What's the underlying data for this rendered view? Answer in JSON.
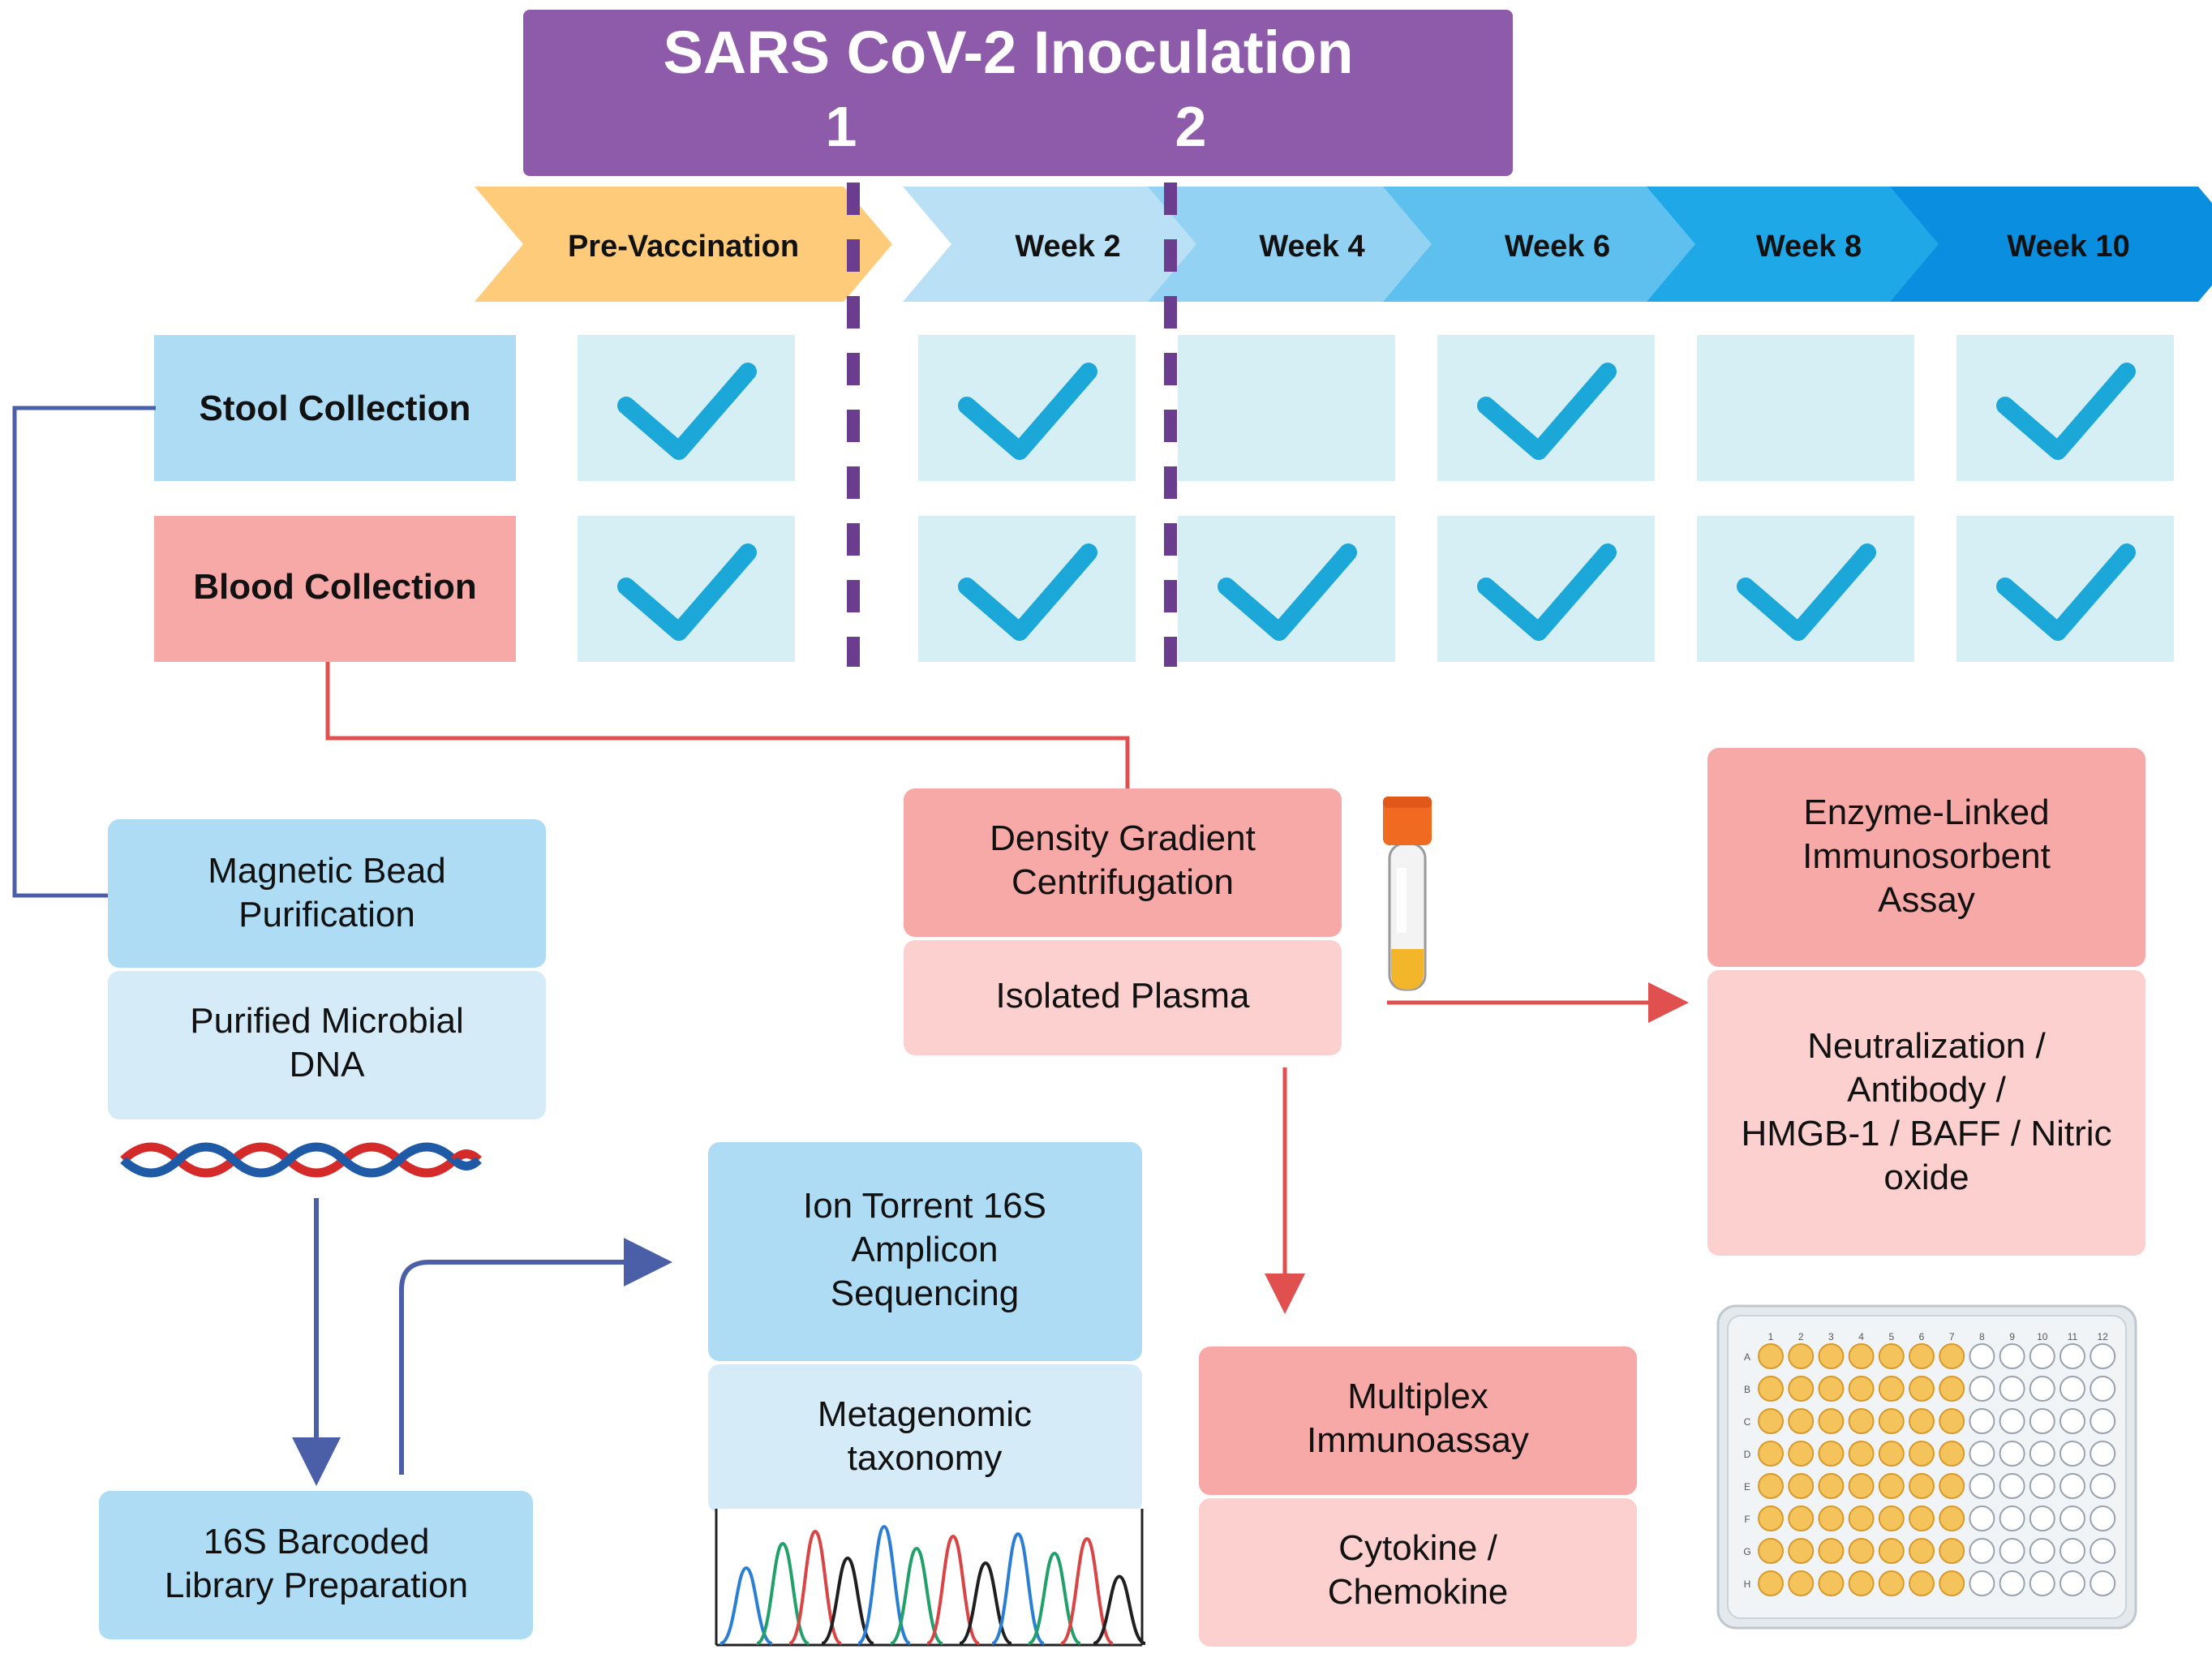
{
  "header": {
    "title": "SARS CoV-2 Inoculation",
    "dose1": "1",
    "dose2": "2"
  },
  "timeline": [
    {
      "label": "Pre-Vaccination",
      "color": "#FDCB7A"
    },
    {
      "label": "Week 2",
      "color": "#B9E0F5"
    },
    {
      "label": "Week 4",
      "color": "#94D2F3"
    },
    {
      "label": "Week 6",
      "color": "#5DC0EE"
    },
    {
      "label": "Week 8",
      "color": "#1FA8E8"
    },
    {
      "label": "Week 10",
      "color": "#0A8FE0"
    }
  ],
  "rows": [
    {
      "label": "Stool Collection",
      "color": "#AEDCF5",
      "checks": [
        true,
        true,
        false,
        true,
        false,
        true
      ]
    },
    {
      "label": "Blood Collection",
      "color": "#F7A9A8",
      "checks": [
        true,
        true,
        true,
        true,
        true,
        true
      ]
    }
  ],
  "stool_pipeline": {
    "magnetic": "Magnetic Bead Purification",
    "purified": "Purified Microbial DNA",
    "library": "16S Barcoded Library Preparation",
    "sequencing": "Ion Torrent 16S Amplicon Sequencing",
    "taxonomy": "Metagenomic taxonomy"
  },
  "blood_pipeline": {
    "density": "Density Gradient Centrifugation",
    "plasma": "Isolated Plasma",
    "elisa": "Enzyme-Linked Immunosorbent Assay",
    "elisa_targets": "Neutralization / Antibody / HMGB-1 / BAFF / Nitric oxide",
    "multiplex": "Multiplex Immunoassay",
    "cytokine": "Cytokine / Chemokine"
  },
  "plate": {
    "rows": [
      "A",
      "B",
      "C",
      "D",
      "E",
      "F",
      "G",
      "H"
    ],
    "cols": [
      "1",
      "2",
      "3",
      "4",
      "5",
      "6",
      "7",
      "8",
      "9",
      "10",
      "11",
      "12"
    ],
    "filled_cols": 7
  },
  "colors": {
    "purple": "#8E5BAA",
    "dashed": "#6B3D8F",
    "check": "#1CA7D9",
    "cell_bg": "#D6EFF5",
    "blue_line": "#4B5FA8",
    "red_line": "#E0504F"
  }
}
